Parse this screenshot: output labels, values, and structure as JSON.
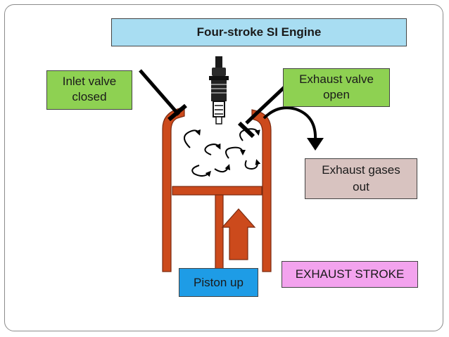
{
  "title": "Four-stroke SI Engine",
  "inlet_valve": {
    "line1": "Inlet valve",
    "line2": "closed"
  },
  "exhaust_valve": {
    "line1": "Exhaust valve",
    "line2": "open"
  },
  "exhaust_gases": {
    "line1": "Exhaust gases",
    "line2": "out"
  },
  "piston": "Piston up",
  "stroke": "EXHAUST STROKE",
  "colors": {
    "cylinder": "#cc4a1c",
    "cylinder_outline": "#7a2a10",
    "title_bg": "#a8ddf2",
    "valve_label_bg": "#8ed152",
    "gases_bg": "#d8c3c0",
    "piston_label_bg": "#1e9ce6",
    "stroke_bg": "#f3a3ee"
  },
  "icons": [
    "spark-plug-icon",
    "swirl-arrow-icon",
    "up-arrow-icon",
    "exhaust-arrow-icon"
  ]
}
